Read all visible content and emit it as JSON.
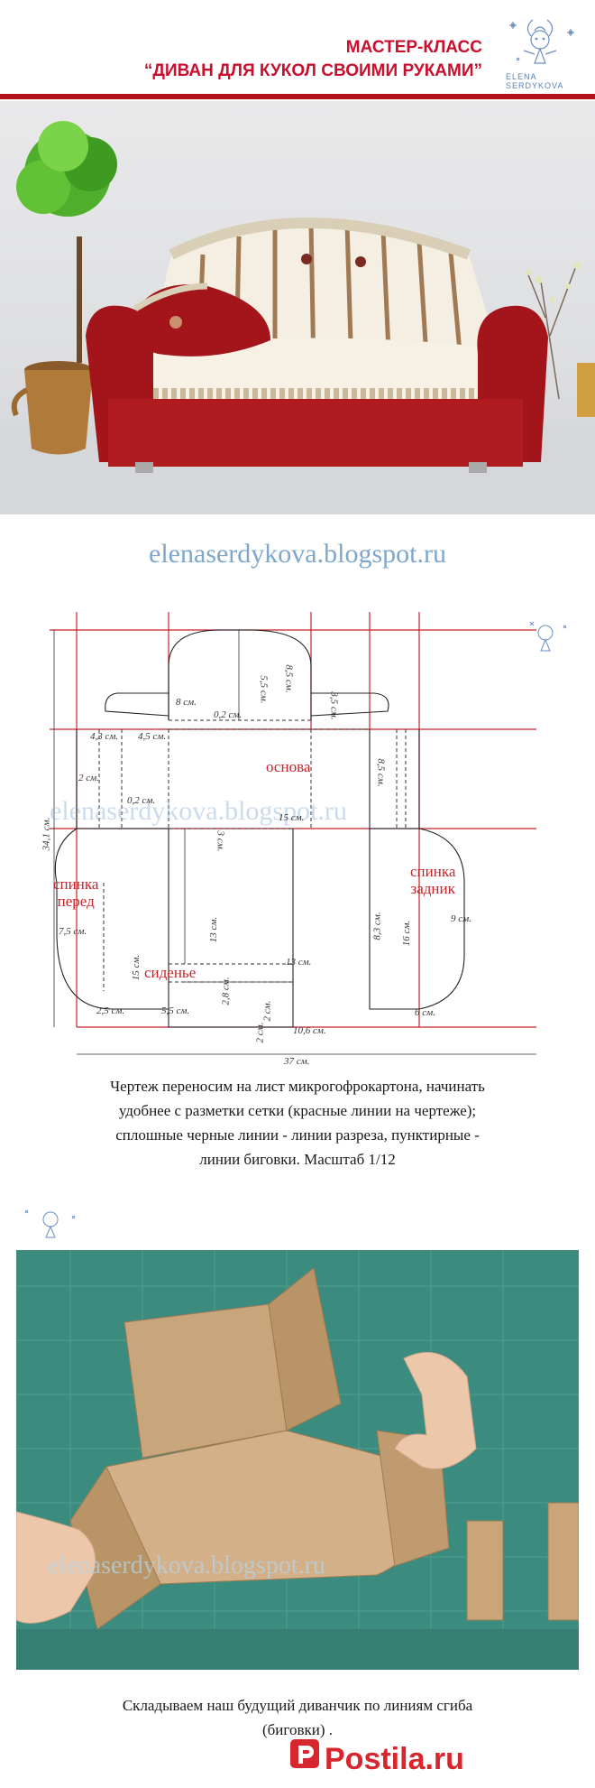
{
  "header": {
    "line1": "МАСТЕР-КЛАСС",
    "line2": "“ДИВАН ДЛЯ КУКОЛ СВОИМИ РУКАМИ”",
    "logo_text": "ELENA SERDYKOVA"
  },
  "blog": {
    "url": "elenaserdykova.blogspot.ru"
  },
  "pattern": {
    "parts": {
      "base": "основа",
      "back_front": "спинка\nперед",
      "back_rear": "спинка\nзадник",
      "seat": "сиденье"
    },
    "dimensions": {
      "d8": "8 см.",
      "d02a": "0,2 см.",
      "d55a": "5,5 см.",
      "d85a": "8,5 см.",
      "d35": "3,5 см.",
      "d43": "4,3 см.",
      "d45": "4,5 см.",
      "d2a": "2 см.",
      "d02b": "0,2 см.",
      "d85b": "8,5 см.",
      "d15a": "15 см.",
      "d341": "34,1 см.",
      "d3": "3 см.",
      "d75": "7,5 см.",
      "d13a": "13 см.",
      "d83": "8,3 см.",
      "d16": "16 см.",
      "d9": "9 см.",
      "d15b": "15 см.",
      "d13b": "13 см.",
      "d28": "2,8 см.",
      "d2b": "2 см.",
      "d25": "2,5 см.",
      "d55b": "5,5 см.",
      "d2c": "2 см.",
      "d106": "10,6 см.",
      "d6": "6 см.",
      "d37": "37 см."
    },
    "watermark": "elenaserdykova.blogspot.ru"
  },
  "caption1": {
    "line1": "Чертеж переносим на лист микрогофрокартона, начинать",
    "line2": "удобнее с разметки сетки (красные линии на чертеже);",
    "line3": "сплошные черные линии - линии разреза, пунктирные -",
    "line4": "линии биговки.  Масштаб 1/12"
  },
  "photo2": {
    "watermark": "elenaserdykova.blogspot.ru"
  },
  "caption2": {
    "line1": "Складываем наш будущий диванчик по линиям сгиба",
    "line2": "(биговки) ."
  },
  "footer": {
    "brand": "Postila.ru"
  },
  "colors": {
    "accent_red": "#c8102e",
    "blog_blue": "#7fa6cc",
    "cutting_mat": "#3b8c7e"
  }
}
